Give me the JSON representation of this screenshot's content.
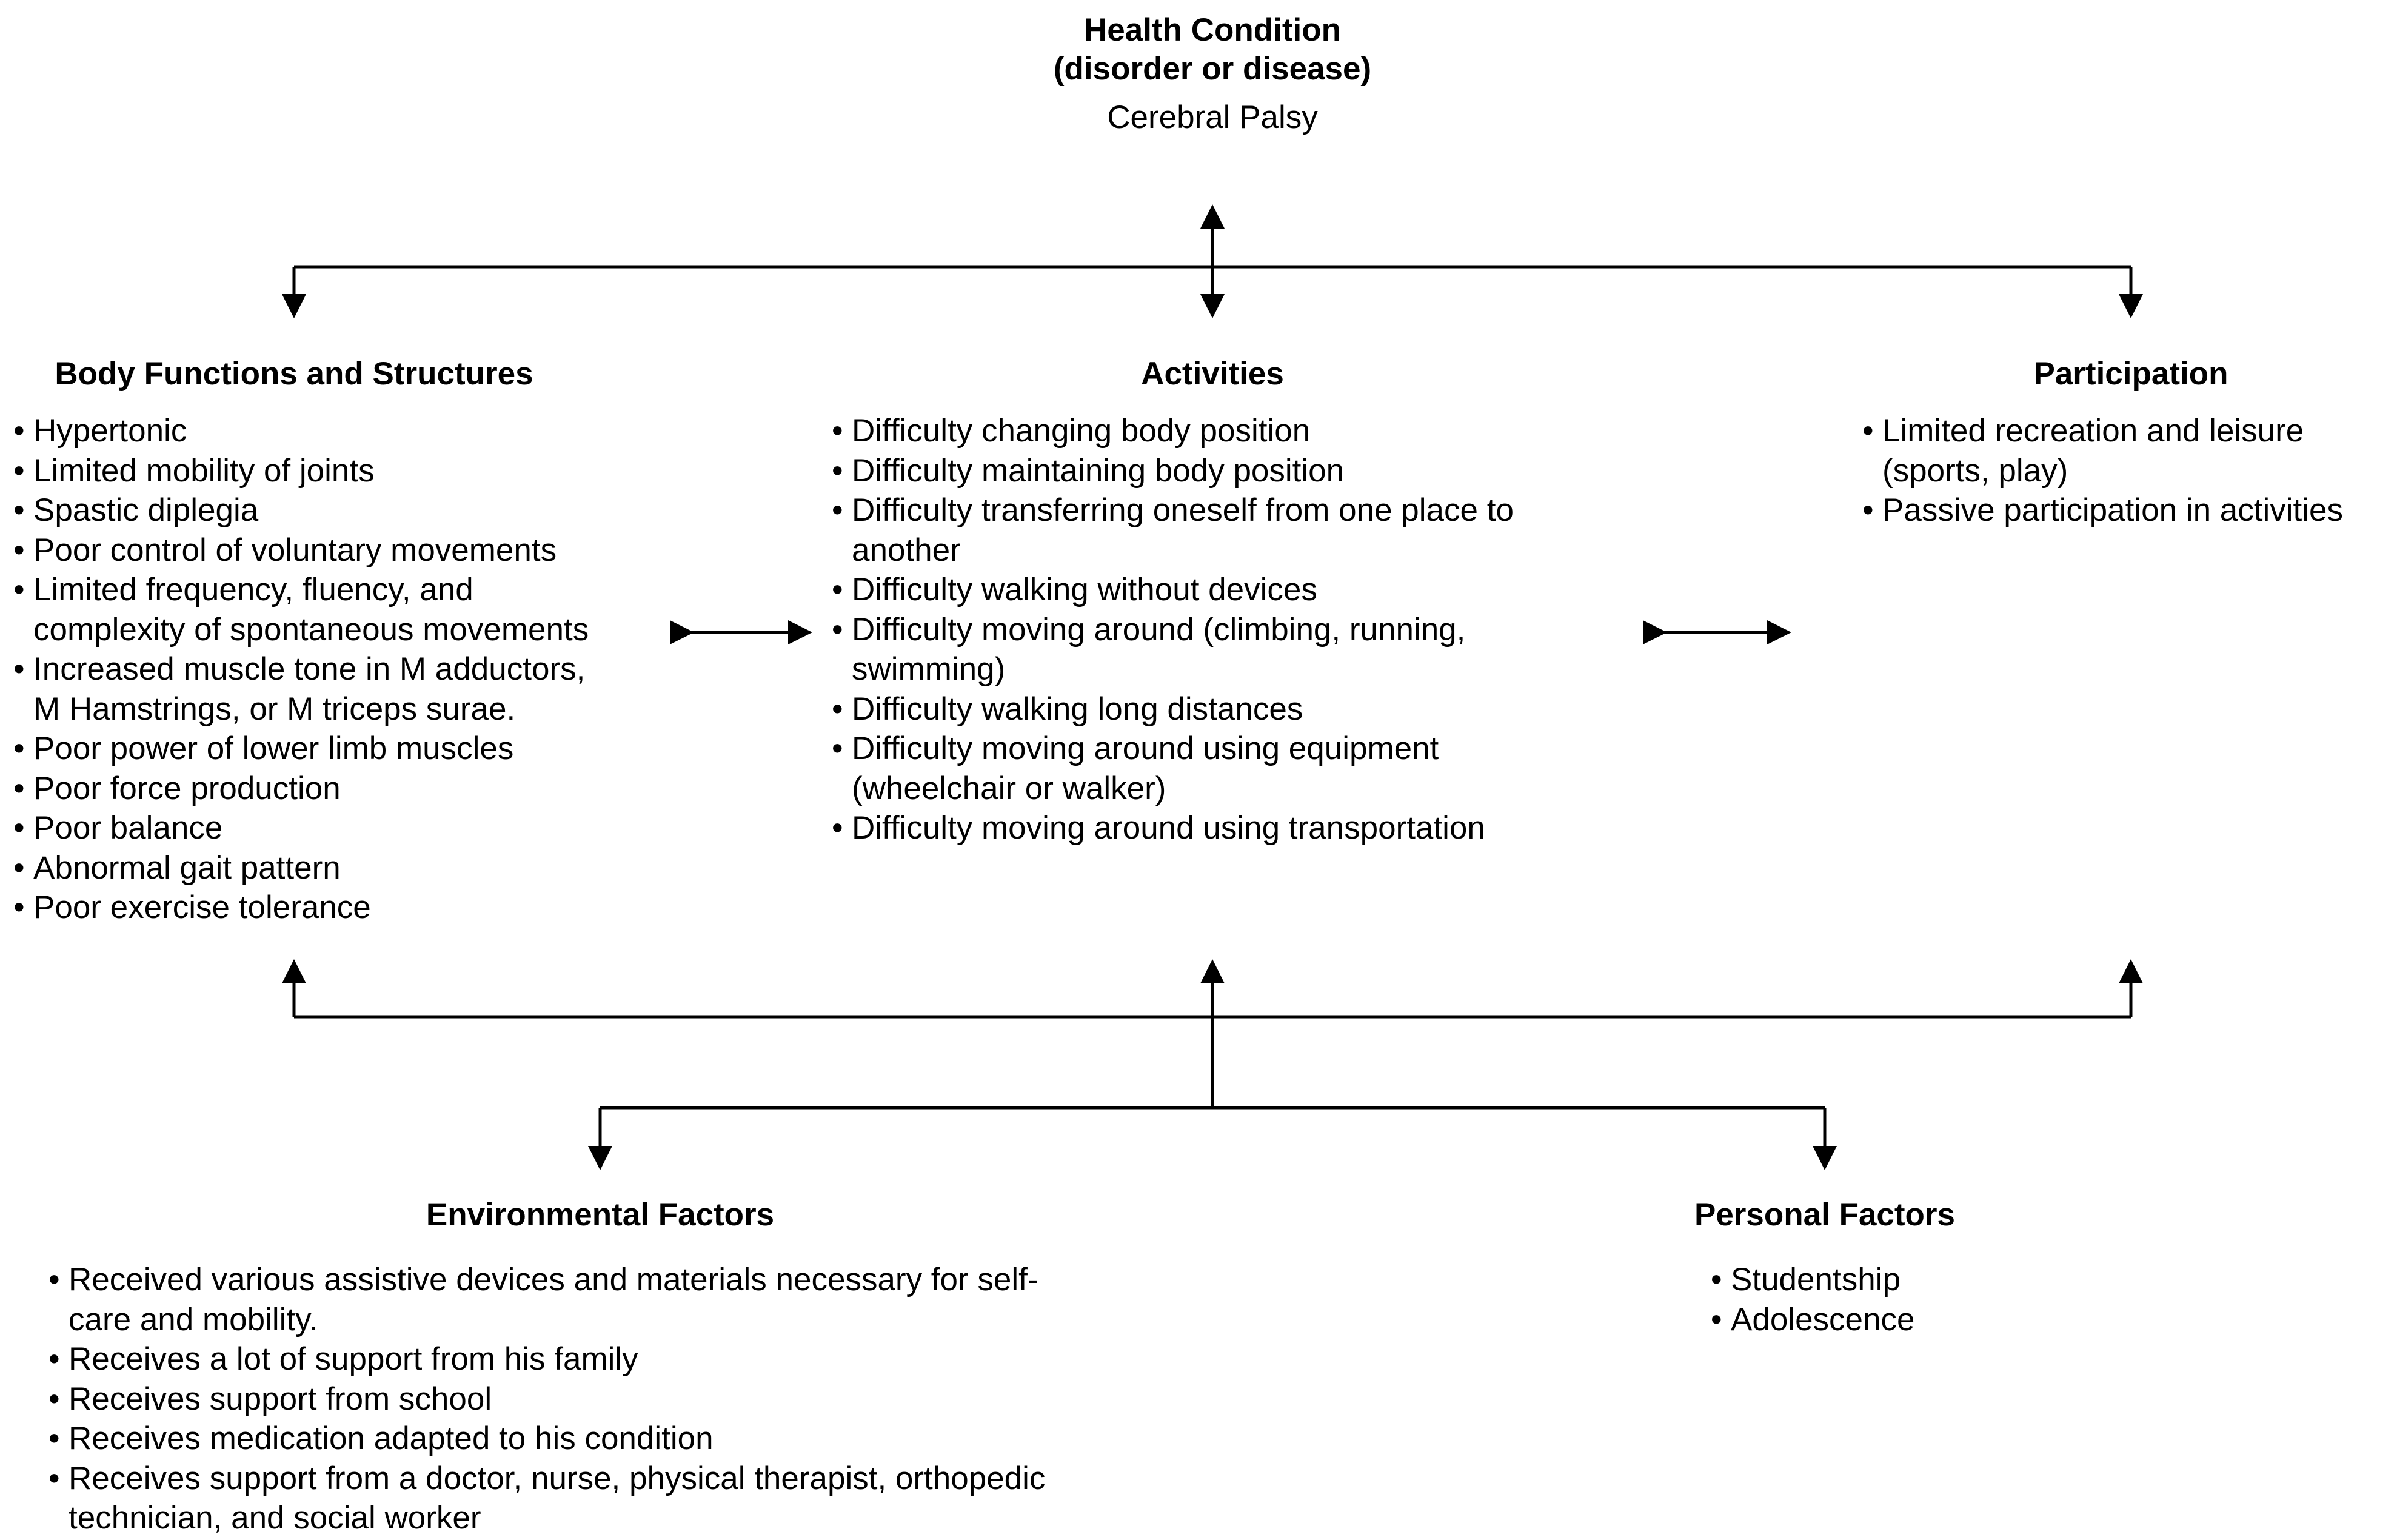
{
  "health_condition": {
    "title_line1": "Health Condition",
    "title_line2": "(disorder or disease)",
    "value": "Cerebral Palsy"
  },
  "body_functions": {
    "title": "Body Functions and Structures",
    "items": [
      [
        "Hypertonic"
      ],
      [
        "Limited mobility of joints"
      ],
      [
        "Spastic diplegia"
      ],
      [
        "Poor control of voluntary movements"
      ],
      [
        "Limited frequency, fluency, and",
        "complexity of spontaneous movements"
      ],
      [
        "Increased muscle tone in M adductors,",
        "M Hamstrings, or M triceps surae."
      ],
      [
        "Poor power of lower limb muscles"
      ],
      [
        "Poor force production"
      ],
      [
        "Poor balance"
      ],
      [
        "Abnormal gait pattern"
      ],
      [
        "Poor exercise tolerance"
      ]
    ]
  },
  "activities": {
    "title": "Activities",
    "items": [
      [
        "Difficulty changing body position"
      ],
      [
        "Difficulty maintaining body position"
      ],
      [
        "Difficulty transferring oneself from one place to",
        "another"
      ],
      [
        "Difficulty walking without devices"
      ],
      [
        "Difficulty moving around (climbing, running,",
        "swimming)"
      ],
      [
        "Difficulty walking long distances"
      ],
      [
        "Difficulty moving around using equipment",
        "(wheelchair or walker)"
      ],
      [
        "Difficulty moving around using transportation"
      ]
    ]
  },
  "participation": {
    "title": "Participation",
    "items": [
      [
        "Limited recreation and leisure",
        "(sports, play)"
      ],
      [
        "Passive participation in activities"
      ]
    ]
  },
  "environmental_factors": {
    "title": "Environmental Factors",
    "items": [
      [
        "Received various assistive devices and materials necessary for self-",
        "care and mobility."
      ],
      [
        "Receives a lot of support from his family"
      ],
      [
        "Receives support from school"
      ],
      [
        "Receives medication adapted to his condition"
      ],
      [
        "Receives support from a doctor, nurse, physical therapist, orthopedic",
        "technician, and social worker"
      ]
    ]
  },
  "personal_factors": {
    "title": "Personal Factors",
    "items": [
      [
        "Studentship"
      ],
      [
        "Adolescence"
      ]
    ]
  },
  "colors": {
    "ink": "#000000",
    "background": "#ffffff"
  }
}
